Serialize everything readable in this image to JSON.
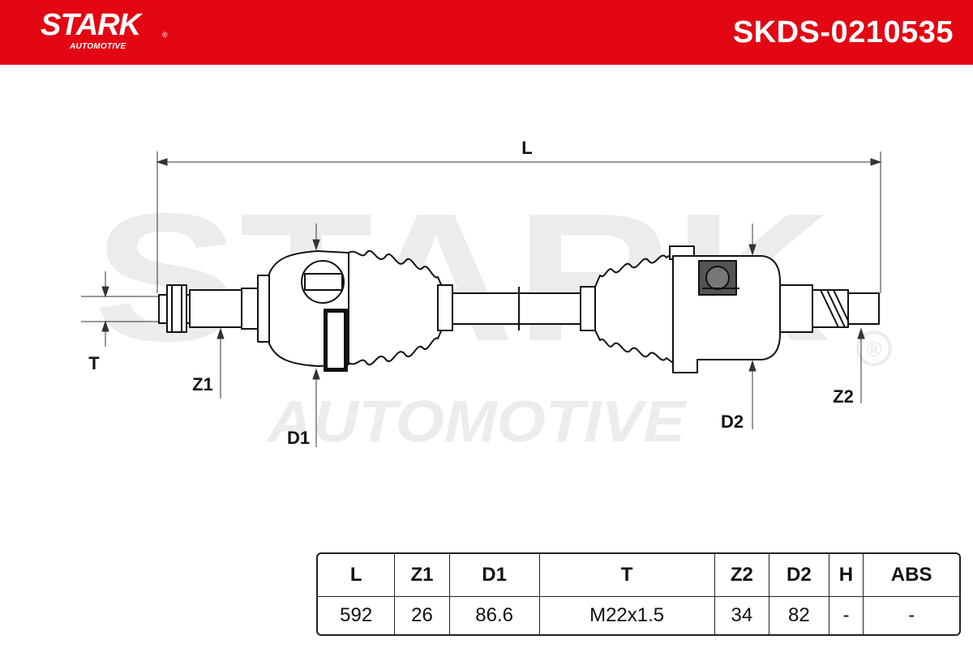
{
  "header": {
    "brand": "STARK",
    "brand_sub": "AUTOMOTIVE",
    "registered": "®",
    "part_number": "SKDS-0210535",
    "color": "#e30613"
  },
  "watermark": {
    "line1": "STARK",
    "line2": "AUTOMOTIVE",
    "registered": "®"
  },
  "dimensions": {
    "L": "L",
    "T": "T",
    "Z1": "Z1",
    "D1": "D1",
    "D2": "D2",
    "Z2": "Z2"
  },
  "specs": {
    "headers": [
      "L",
      "Z1",
      "D1",
      "T",
      "Z2",
      "D2",
      "H",
      "ABS"
    ],
    "values": [
      "592",
      "26",
      "86.6",
      "M22x1.5",
      "34",
      "82",
      "-",
      "-"
    ]
  }
}
